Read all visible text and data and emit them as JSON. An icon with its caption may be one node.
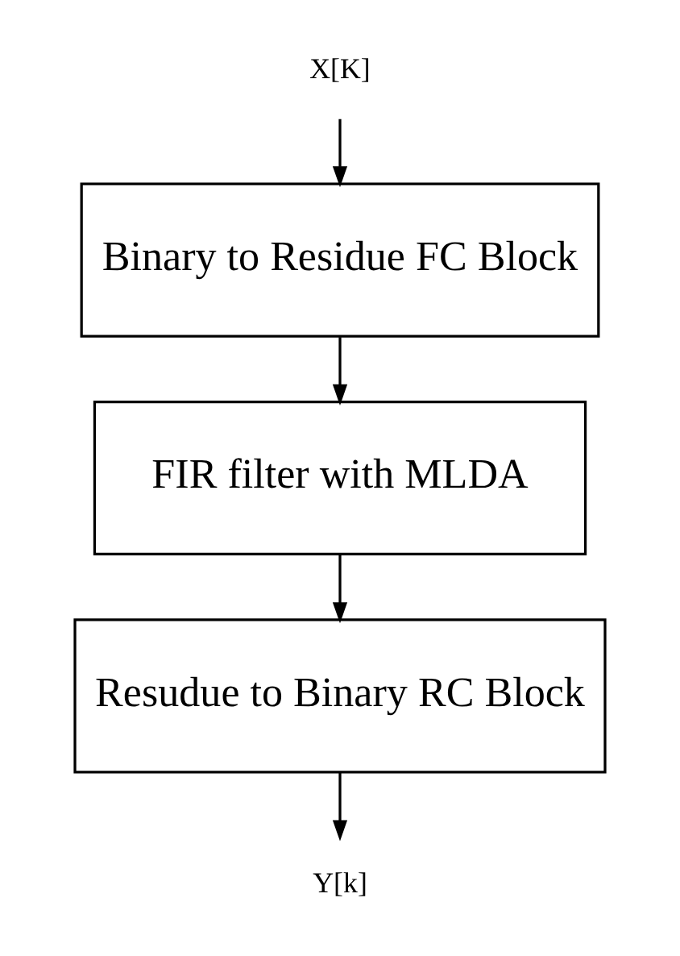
{
  "diagram": {
    "nodes": [
      {
        "text": [
          "X[K]"
        ]
      },
      {
        "text": [
          "Binary to Residue FC Block"
        ]
      },
      {
        "text": [
          "FIR filter with MLDA"
        ]
      },
      {
        "text": [
          "Resudue to Binary RC Block"
        ]
      },
      {
        "text": [
          "Y[k]"
        ]
      }
    ],
    "edges": [
      {
        "from": 0,
        "to": 1,
        "arrow": "to"
      },
      {
        "from": 1,
        "to": 2,
        "arrow": "to"
      },
      {
        "from": 2,
        "to": 3,
        "arrow": "to"
      },
      {
        "from": 3,
        "to": 4,
        "arrow": "to"
      }
    ]
  }
}
